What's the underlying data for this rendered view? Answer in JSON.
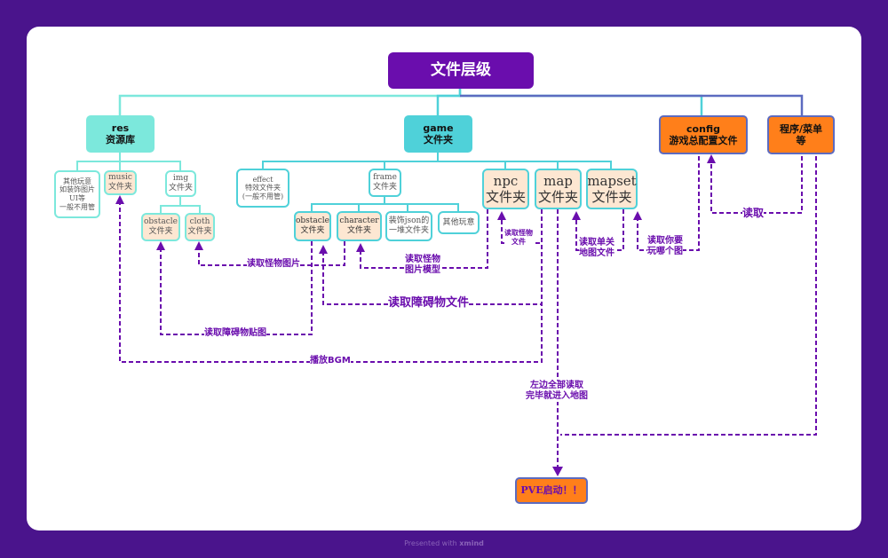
{
  "root": "文件层级",
  "branches": {
    "res": {
      "line1": "res",
      "line2": "资源库"
    },
    "game": {
      "line1": "game",
      "line2": "文件夹"
    },
    "config": {
      "line1": "config",
      "line2": "游戏总配置文件"
    },
    "program": {
      "line1": "程序/菜单",
      "line2": "等"
    }
  },
  "res_children": {
    "other": [
      "其他玩意",
      "如装饰图片",
      "UI等",
      "一般不用管"
    ],
    "music": {
      "line1": "music",
      "line2": "文件夹"
    },
    "img": {
      "line1": "img",
      "line2": "文件夹"
    },
    "obstacle": {
      "line1": "obstacle",
      "line2": "文件夹"
    },
    "cloth": {
      "line1": "cloth",
      "line2": "文件夹"
    }
  },
  "game_children": {
    "effect": [
      "effect",
      "特效文件夹",
      "(一般不用管)"
    ],
    "frame": {
      "line1": "frame",
      "line2": "文件夹"
    },
    "obstacle": {
      "line1": "obstacle",
      "line2": "文件夹"
    },
    "character": {
      "line1": "character",
      "line2": "文件夹"
    },
    "decor": {
      "line1": "装饰json的",
      "line2": "一堆文件夹"
    },
    "others": "其他玩意",
    "npc": {
      "line1": "npc",
      "line2": "文件夹"
    },
    "map": {
      "line1": "map",
      "line2": "文件夹"
    },
    "mapset": {
      "line1": "mapset",
      "line2": "文件夹"
    }
  },
  "relations": {
    "read": "读取",
    "read_monster_img": "读取怪物图片",
    "read_monster_model": [
      "读取怪物",
      "图片模型"
    ],
    "read_monster_file": [
      "读取怪物",
      "文件"
    ],
    "read_single_map": [
      "读取单关",
      "地图文件"
    ],
    "read_which_map": [
      "读取你要",
      "玩哪个图"
    ],
    "read_obstacle_file": "读取障碍物文件",
    "read_obstacle_tex": "读取障碍物贴图",
    "play_bgm": "播放BGM",
    "left_all_read": [
      "左边全部读取",
      "完毕就进入地图"
    ]
  },
  "final": "PVE启动！！",
  "footer": {
    "prefix": "Presented with",
    "brand": "xmind"
  },
  "colors": {
    "purple": "#6a0dad",
    "cyan": "#7ce8dc",
    "teal": "#4fd1d9",
    "orange": "#ff7f1a",
    "blue": "#5c6bc0"
  }
}
